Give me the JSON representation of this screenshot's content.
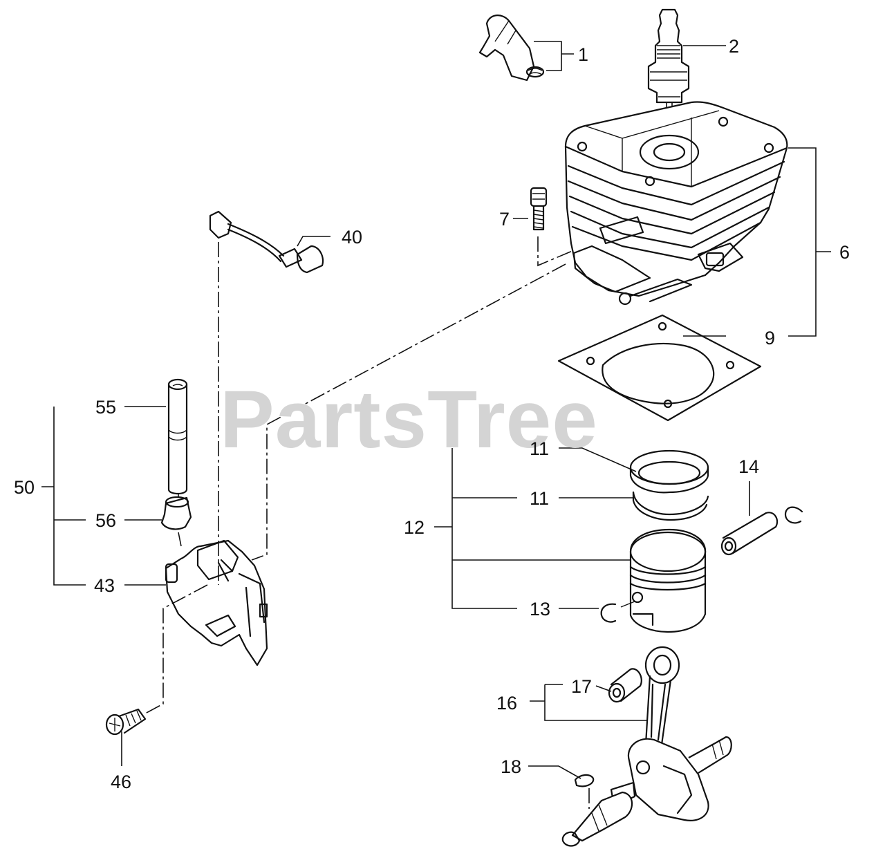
{
  "watermark": "PartsTree",
  "callouts": {
    "c1": "1",
    "c2": "2",
    "c6": "6",
    "c7": "7",
    "c9": "9",
    "c11a": "11",
    "c11b": "11",
    "c12": "12",
    "c13": "13",
    "c14": "14",
    "c16": "16",
    "c17": "17",
    "c18": "18",
    "c40": "40",
    "c43": "43",
    "c46": "46",
    "c50": "50",
    "c55": "55",
    "c56": "56"
  },
  "parts": [
    {
      "ref": "1",
      "icon": "spark-plug-cap-icon"
    },
    {
      "ref": "2",
      "icon": "spark-plug-icon"
    },
    {
      "ref": "6",
      "icon": "cylinder-icon"
    },
    {
      "ref": "7",
      "icon": "bolt-icon"
    },
    {
      "ref": "9",
      "icon": "gasket-icon"
    },
    {
      "ref": "11",
      "icon": "piston-ring-icon"
    },
    {
      "ref": "12",
      "icon": "piston-icon"
    },
    {
      "ref": "13",
      "icon": "circlip-icon"
    },
    {
      "ref": "14",
      "icon": "piston-pin-icon"
    },
    {
      "ref": "16",
      "icon": "crankshaft-icon"
    },
    {
      "ref": "17",
      "icon": "needle-bearing-icon"
    },
    {
      "ref": "18",
      "icon": "woodruff-key-icon"
    },
    {
      "ref": "40",
      "icon": "ignition-lead-icon"
    },
    {
      "ref": "43",
      "icon": "ignition-coil-icon"
    },
    {
      "ref": "46",
      "icon": "screw-icon"
    },
    {
      "ref": "55",
      "icon": "tube-icon"
    },
    {
      "ref": "56",
      "icon": "cap-icon"
    }
  ]
}
